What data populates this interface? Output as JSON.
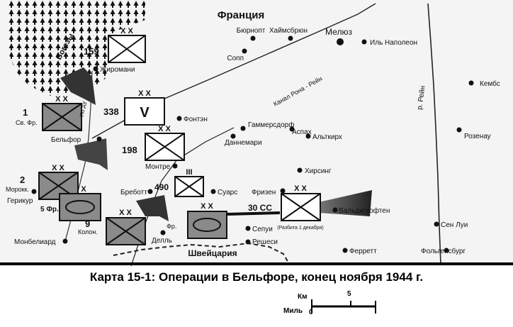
{
  "map": {
    "country_top": "Франция",
    "country_bottom": "Швейцария",
    "region": "Вогезы",
    "river": "р. Рейн",
    "canal": "Канал Рона - Рейн",
    "road": "По Ду",
    "towns": {
      "burnopt": "Бюрнопт",
      "haimsbrunn": "Хаймсбрюн",
      "meluz": "Мелюз",
      "il_napoleon": "Иль Наполеон",
      "sopp": "Сопп",
      "zhiromani": "Жиромани",
      "kembs": "Кембс",
      "fonten": "Фонтэн",
      "gammersdorf": "Гаммерсдорф",
      "aspah": "Аспах",
      "dannemari": "Даннемари",
      "altkirh": "Альткирх",
      "rozenau": "Розенау",
      "belfor": "Бельфор",
      "montre": "Монтре",
      "hirsing": "Хирсинг",
      "morokk": "Морокк.",
      "gerikur": "Герикур",
      "brebott": "Бреботт",
      "suars": "Суарс",
      "frizen": "Фризен",
      "valdighoften": "Вальдигхофтен",
      "sen_lui": "Сен Луи",
      "monbeliard": "Монбелиард",
      "kolon": "Колон.",
      "sepui": "Сепуи",
      "dell": "Делль",
      "reshesi": "Решеси",
      "ferrett": "Ферретт",
      "folgensburg": "Фольгенсбург"
    },
    "units": {
      "u159": "159",
      "u1": "1",
      "u1_sub": "Св. Фр.",
      "u338": "338",
      "u338_mark": "V",
      "u198": "198",
      "u2": "2",
      "u5": "5 Фр.",
      "u9": "9",
      "u9_sub": "Колон.",
      "u490": "490",
      "u490_mark": "III",
      "u30": "30 СС",
      "u30_note": "(Разбита 1 декабря)",
      "fr_label": "Фр."
    }
  },
  "caption": "Карта 15-1: Операции в Бельфоре, конец ноября 1944 г.",
  "scale": {
    "km_label": "Км",
    "mile_label": "Миль",
    "zero": "0",
    "five": "5"
  }
}
